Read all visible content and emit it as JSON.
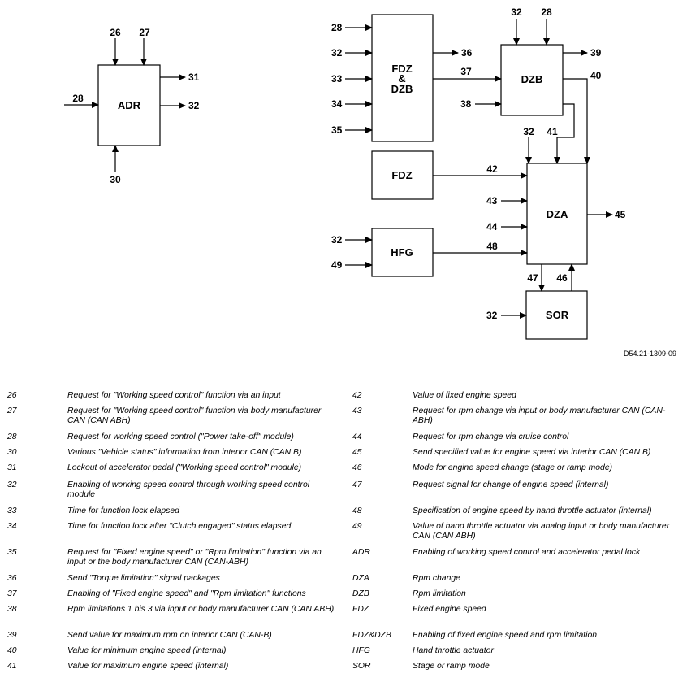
{
  "diagram": {
    "blocks": {
      "adr": "ADR",
      "fdz_dzb": [
        "FDZ",
        "&",
        "DZB"
      ],
      "dzb": "DZB",
      "fdz": "FDZ",
      "hfg": "HFG",
      "dza": "DZA",
      "sor": "SOR"
    },
    "signals": {
      "adr_in_26": "26",
      "adr_in_27": "27",
      "adr_in_28": "28",
      "adr_in_30": "30",
      "adr_out_31": "31",
      "adr_out_32": "32",
      "fz_in_28": "28",
      "fz_in_32": "32",
      "fz_in_33": "33",
      "fz_in_34": "34",
      "fz_in_35": "35",
      "fz_out_36": "36",
      "fz_out_37": "37",
      "dzb_in_32": "32",
      "dzb_in_28": "28",
      "dzb_in_38": "38",
      "dzb_out_39": "39",
      "dzb_out_40": "40",
      "dza_in_32": "32",
      "dza_in_41": "41",
      "dza_in_42": "42",
      "dza_in_43": "43",
      "dza_in_44": "44",
      "dza_out_45": "45",
      "hfg_in_32": "32",
      "hfg_in_49": "49",
      "hfg_out_48": "48",
      "sor_47": "47",
      "sor_46": "46",
      "sor_in_32": "32"
    },
    "reference": "D54.21-1309-09"
  },
  "legend": [
    {
      "code": "26",
      "text": "Request for \"Working speed control\" function via an input"
    },
    {
      "code": "27",
      "text": "Request for \"Working speed control\" function via body manufacturer CAN (CAN ABH)"
    },
    {
      "code": "28",
      "text": "Request for working speed control (\"Power take-off\" module)"
    },
    {
      "code": "30",
      "text": "Various \"Vehicle status\" information from interior CAN (CAN B)"
    },
    {
      "code": "31",
      "text": "Lockout of accelerator pedal (\"Working speed control\" module)"
    },
    {
      "code": "32",
      "text": "Enabling of working speed control through working speed control module"
    },
    {
      "code": "33",
      "text": "Time for function lock elapsed"
    },
    {
      "code": "34",
      "text": "Time for function lock after \"Clutch engaged\" status elapsed"
    },
    {
      "code": "35",
      "text": "Request for \"Fixed engine speed\" or \"Rpm limitation\" function via an input or the body manufacturer CAN (CAN-ABH)"
    },
    {
      "code": "36",
      "text": "Send \"Torque limitation\" signal packages"
    },
    {
      "code": "37",
      "text": "Enabling of \"Fixed engine speed\" and \"Rpm limitation\" functions"
    },
    {
      "code": "38",
      "text": "Rpm limitations 1 bis 3 via input or body manufacturer CAN (CAN ABH)"
    },
    {
      "code": "39",
      "text": "Send value for maximum rpm on interior CAN (CAN-B)"
    },
    {
      "code": "40",
      "text": "Value for minimum engine speed (internal)"
    },
    {
      "code": "41",
      "text": "Value for maximum engine speed (internal)"
    },
    {
      "code": "42",
      "text": "Value of fixed engine speed"
    },
    {
      "code": "43",
      "text": "Request for rpm change via input or body manufacturer CAN (CAN-ABH)"
    },
    {
      "code": "44",
      "text": "Request for rpm change via cruise control"
    },
    {
      "code": "45",
      "text": "Send specified value for engine speed via interior CAN (CAN B)"
    },
    {
      "code": "46",
      "text": "Mode for engine speed change (stage or ramp mode)"
    },
    {
      "code": "47",
      "text": "Request signal for change of engine speed (internal)"
    },
    {
      "code": "48",
      "text": "Specification of engine speed by hand throttle actuator (internal)"
    },
    {
      "code": "49",
      "text": "Value of hand throttle actuator via analog input or body manufacturer CAN (CAN ABH)"
    },
    {
      "code": "ADR",
      "text": "Enabling of working speed control and accelerator pedal lock"
    },
    {
      "code": "DZA",
      "text": "Rpm change"
    },
    {
      "code": "DZB",
      "text": "Rpm limitation"
    },
    {
      "code": "FDZ",
      "text": "Fixed engine speed"
    },
    {
      "code": "FDZ&DZB",
      "text": "Enabling of fixed engine speed and rpm limitation"
    },
    {
      "code": "HFG",
      "text": "Hand throttle actuator"
    },
    {
      "code": "SOR",
      "text": "Stage or ramp mode"
    }
  ]
}
